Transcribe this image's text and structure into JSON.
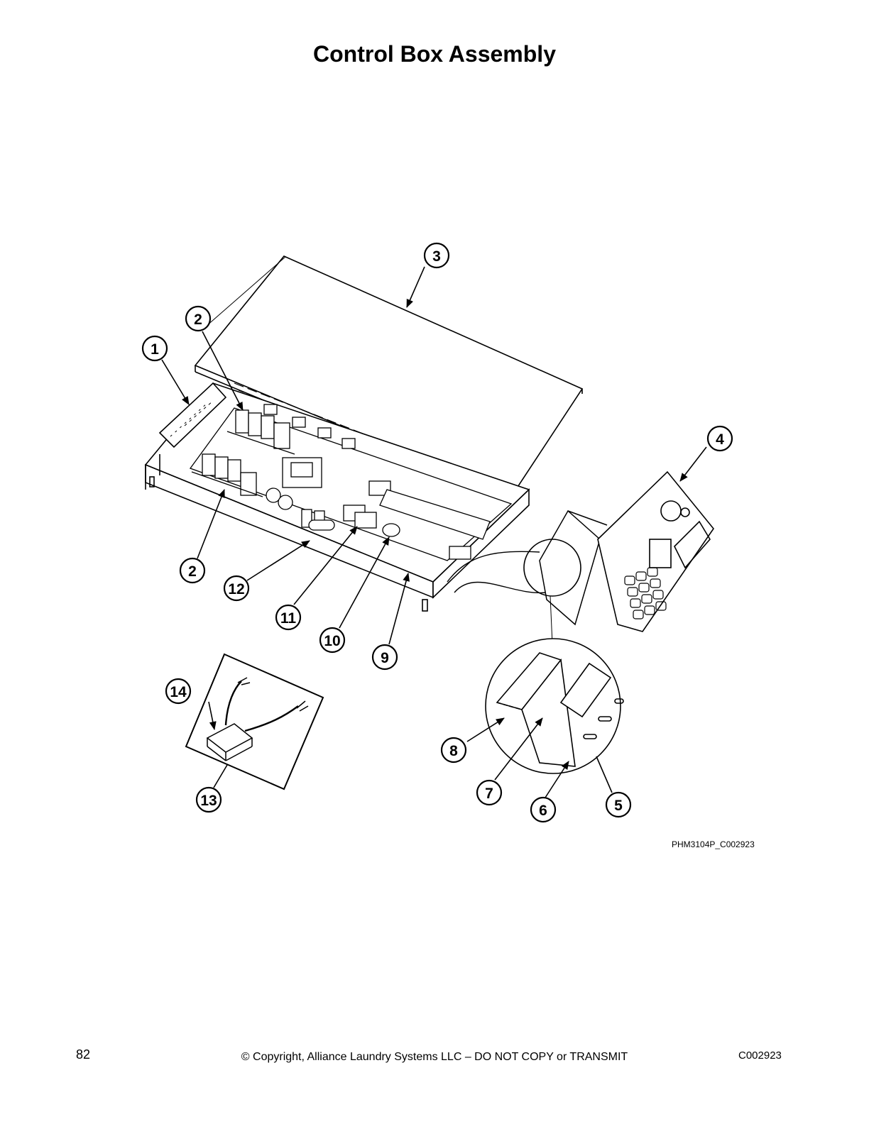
{
  "page": {
    "title": "Control Box Assembly",
    "figure_code": "PHM3104P_C002923",
    "footer": {
      "page_number": "82",
      "copyright": "© Copyright, Alliance Laundry Systems LLC – DO NOT COPY or TRANSMIT",
      "doc_code": "C002923"
    }
  },
  "callouts": {
    "c1": "1",
    "c2a": "2",
    "c2b": "2",
    "c3": "3",
    "c4": "4",
    "c5": "5",
    "c6": "6",
    "c7": "7",
    "c8": "8",
    "c9": "9",
    "c10": "10",
    "c11": "11",
    "c12": "12",
    "c13": "13",
    "c14": "14"
  }
}
